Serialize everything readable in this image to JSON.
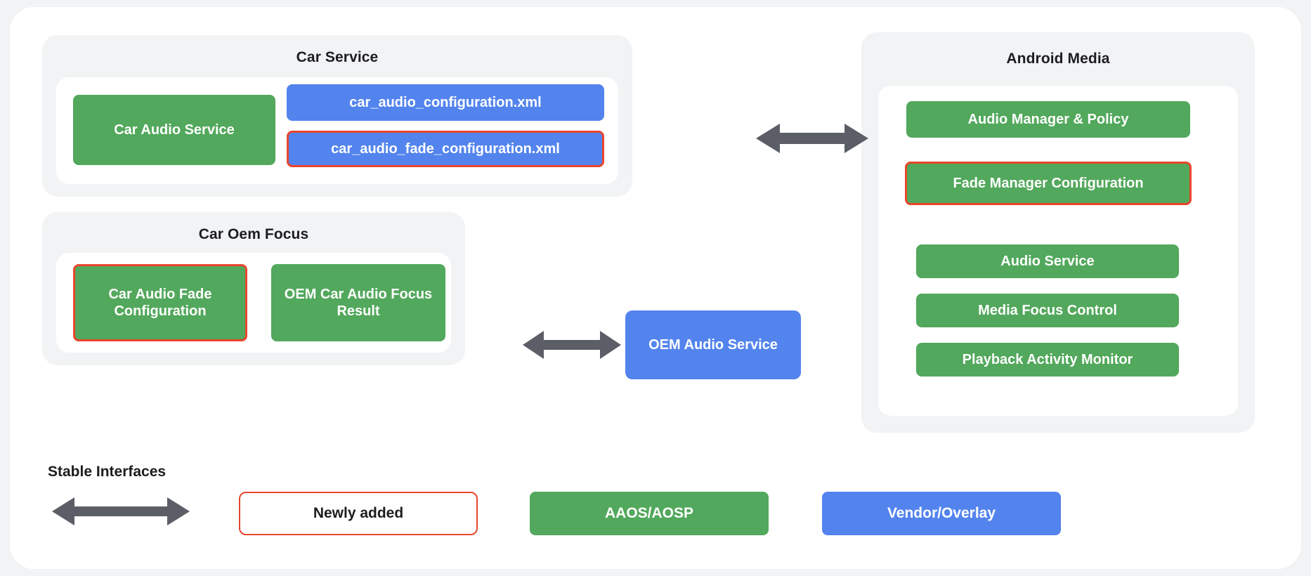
{
  "theme": {
    "green": "#52a85c",
    "blue": "#5384ee",
    "highlight_red": "#e8462d",
    "arrow_gray": "#5b5e66",
    "panel_gray": "#f1f3f4",
    "card_white": "#ffffff"
  },
  "groups": {
    "car_service": {
      "title": "Car Service",
      "nodes": [
        {
          "label": "Car Audio Service",
          "type": "AAOS/AOSP",
          "highlighted": false
        },
        {
          "label": "car_audio_configuration.xml",
          "type": "Vendor/Overlay",
          "highlighted": false
        },
        {
          "label": "car_audio_fade_configuration.xml",
          "type": "Vendor/Overlay",
          "highlighted": true
        }
      ]
    },
    "car_oem_focus": {
      "title": "Car Oem Focus",
      "nodes": [
        {
          "label": "Car Audio Fade Configuration",
          "type": "AAOS/AOSP",
          "highlighted": true
        },
        {
          "label": "OEM Car Audio Focus Result",
          "type": "AAOS/AOSP",
          "highlighted": false
        }
      ]
    },
    "android_media": {
      "title": "Android Media",
      "nodes": [
        {
          "label": "Audio Manager & Policy",
          "type": "AAOS/AOSP",
          "highlighted": false
        },
        {
          "label": "Fade Manager Configuration",
          "type": "AAOS/AOSP",
          "highlighted": true
        },
        {
          "label": "Audio Service",
          "type": "AAOS/AOSP",
          "highlighted": false
        },
        {
          "label": "Media Focus Control",
          "type": "AAOS/AOSP",
          "highlighted": false
        },
        {
          "label": "Playback Activity Monitor",
          "type": "AAOS/AOSP",
          "highlighted": false
        }
      ]
    }
  },
  "standalone": {
    "oem_audio_service": {
      "label": "OEM Audio Service",
      "type": "Vendor/Overlay"
    }
  },
  "connectors": [
    {
      "name": "car-service-to-android-media",
      "style": "double-arrow"
    },
    {
      "name": "car-oem-focus-to-oem-audio-service",
      "style": "double-arrow"
    }
  ],
  "legend": {
    "stable_interfaces_label": "Stable Interfaces",
    "items": [
      {
        "label": "Newly added",
        "style": "outline-red"
      },
      {
        "label": "AAOS/AOSP",
        "style": "green"
      },
      {
        "label": "Vendor/Overlay",
        "style": "blue"
      }
    ]
  }
}
